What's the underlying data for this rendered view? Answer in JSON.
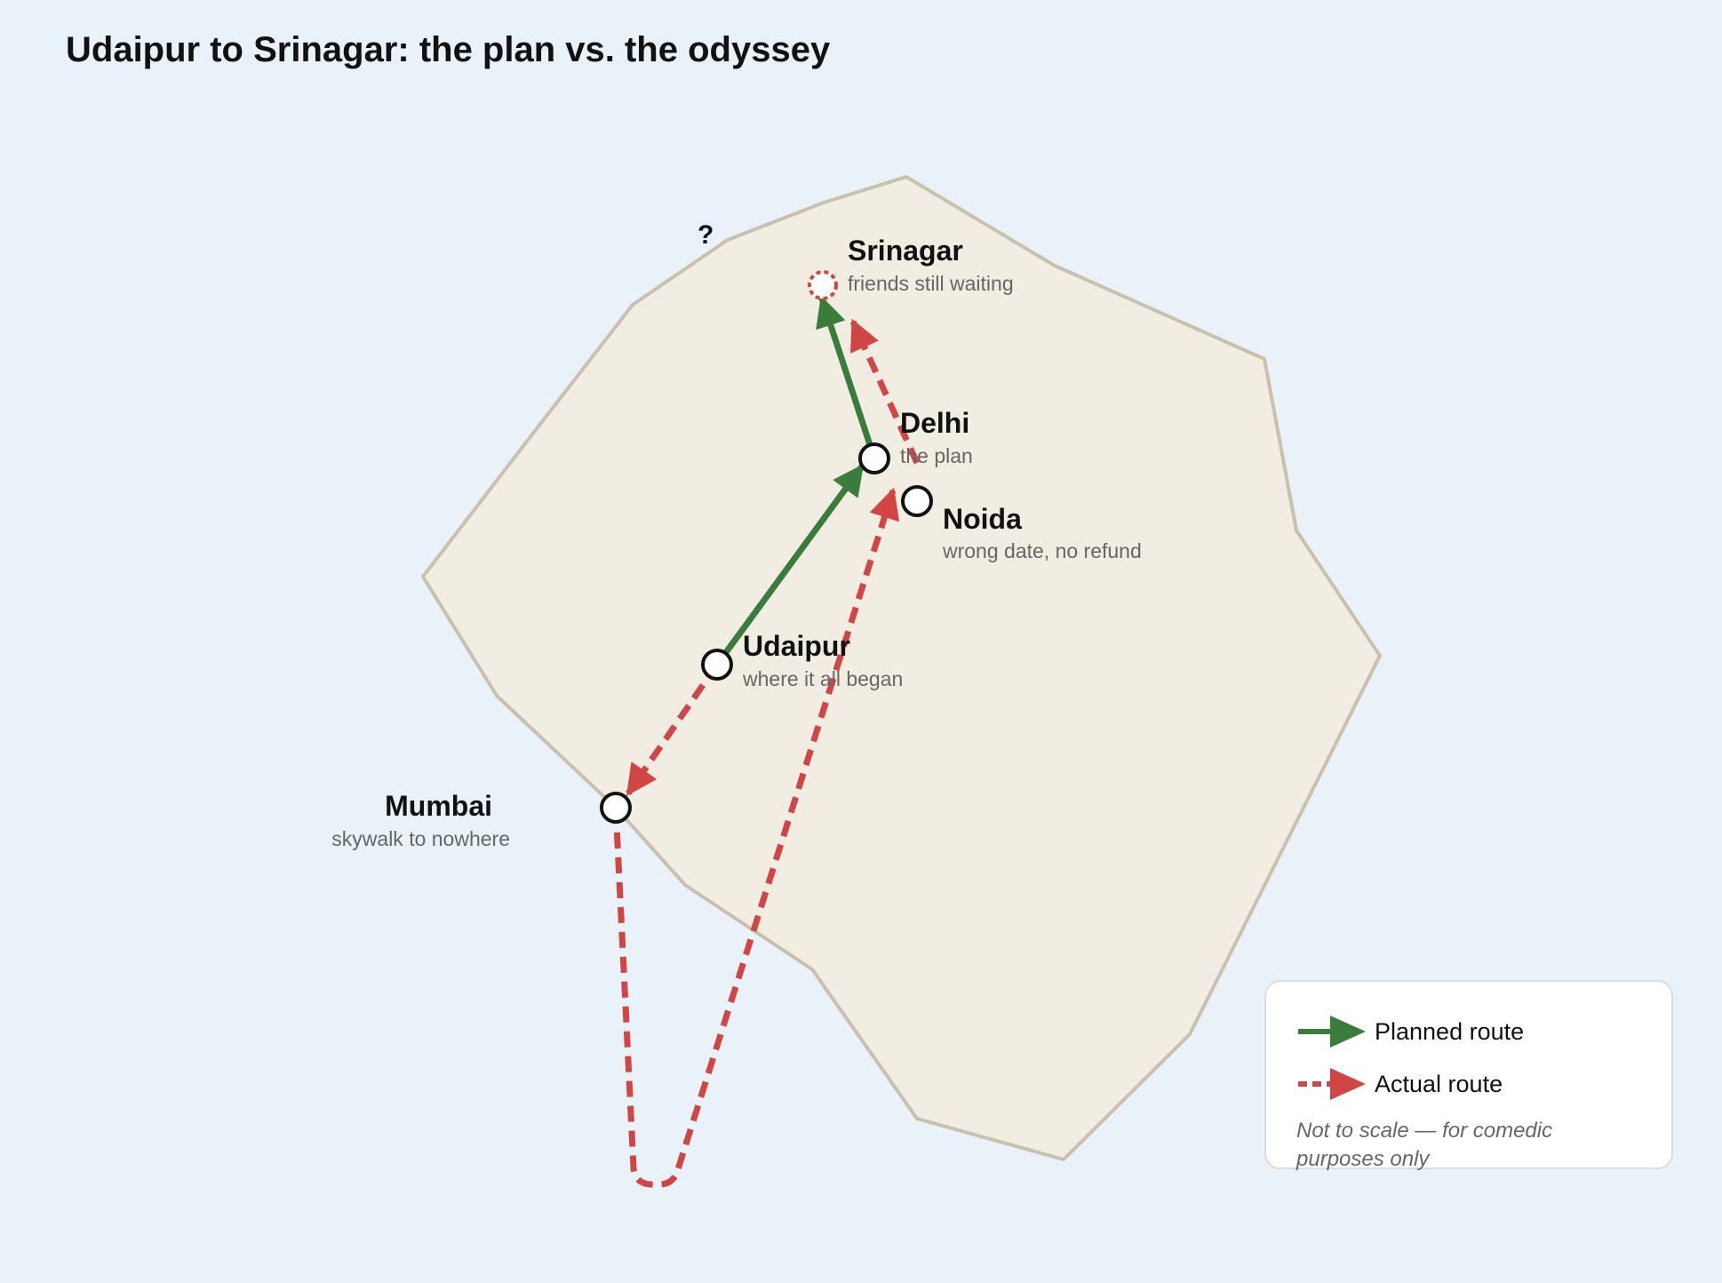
{
  "title": "Udaipur to Srinagar: the plan vs. the odyssey",
  "annotation": "?",
  "colors": {
    "background": "#e9f2f8",
    "land_fill": "#f1ede2",
    "land_stroke": "#c9c0ad",
    "planned_route": "#3a7d3a",
    "actual_route": "#d24545",
    "marker_fill": "#ffffff",
    "marker_stroke": "#111111"
  },
  "cities": [
    {
      "id": "srinagar",
      "name": "Srinagar",
      "note": "friends still waiting",
      "marker": "unreached"
    },
    {
      "id": "delhi",
      "name": "Delhi",
      "note": "the plan",
      "marker": "visited"
    },
    {
      "id": "noida",
      "name": "Noida",
      "note": "wrong date, no refund",
      "marker": "visited"
    },
    {
      "id": "udaipur",
      "name": "Udaipur",
      "note": "where it all began",
      "marker": "visited"
    },
    {
      "id": "mumbai",
      "name": "Mumbai",
      "note": "skywalk to nowhere",
      "marker": "visited"
    }
  ],
  "routes": {
    "planned": {
      "label": "Planned route",
      "stops": [
        "udaipur",
        "delhi",
        "srinagar"
      ],
      "style": "solid"
    },
    "actual": {
      "label": "Actual route",
      "stops": [
        "udaipur",
        "mumbai",
        "noida",
        "srinagar"
      ],
      "style": "dashed"
    }
  },
  "legend": {
    "planned_label": "Planned route",
    "actual_label": "Actual route",
    "note": "Not to scale — for comedic purposes only"
  }
}
